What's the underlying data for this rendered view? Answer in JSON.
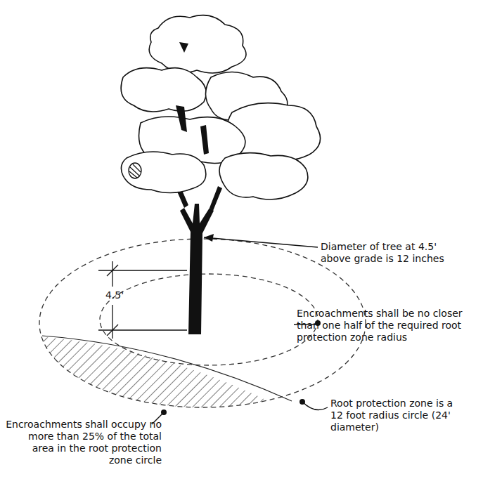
{
  "diagram": {
    "labels": [
      "4.5'",
      "Diameter of tree at 4.5' above grade is 12 inches",
      "Encroachments shall be no closer than one half of the required root protection zone radius",
      "Root protection zone is a 12 foot radius circle (24' diameter)",
      "Encroachments shall occupy no more than 25% of the total area in the root protection zone circle"
    ]
  }
}
